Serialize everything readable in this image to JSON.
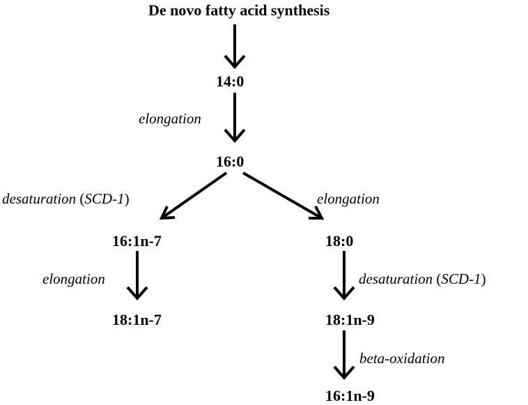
{
  "nodes": {
    "denovo": "De novo fatty acid synthesis",
    "c14_0": "14:0",
    "c16_0": "16:0",
    "c16_1n7": "16:1n-7",
    "c18_0": "18:0",
    "c18_1n7": "18:1n-7",
    "c18_1n9": "18:1n-9",
    "c16_1n9": "16:1n-9"
  },
  "edges": {
    "e_14_16": "elongation",
    "e_16_161_prefix": "desaturation",
    "e_16_161_open": " (",
    "e_16_161_enzyme": "SCD-1",
    "e_16_161_close": ")",
    "e_16_18": "elongation",
    "e_161_181": "elongation",
    "e_18_181_prefix": "desaturation",
    "e_18_181_open": " (",
    "e_18_181_enzyme": "SCD-1",
    "e_18_181_close": ")",
    "e_181_161": "beta-oxidation"
  },
  "colors": {
    "text": "#000000",
    "arrow": "#000000",
    "background": "#ffffff"
  }
}
